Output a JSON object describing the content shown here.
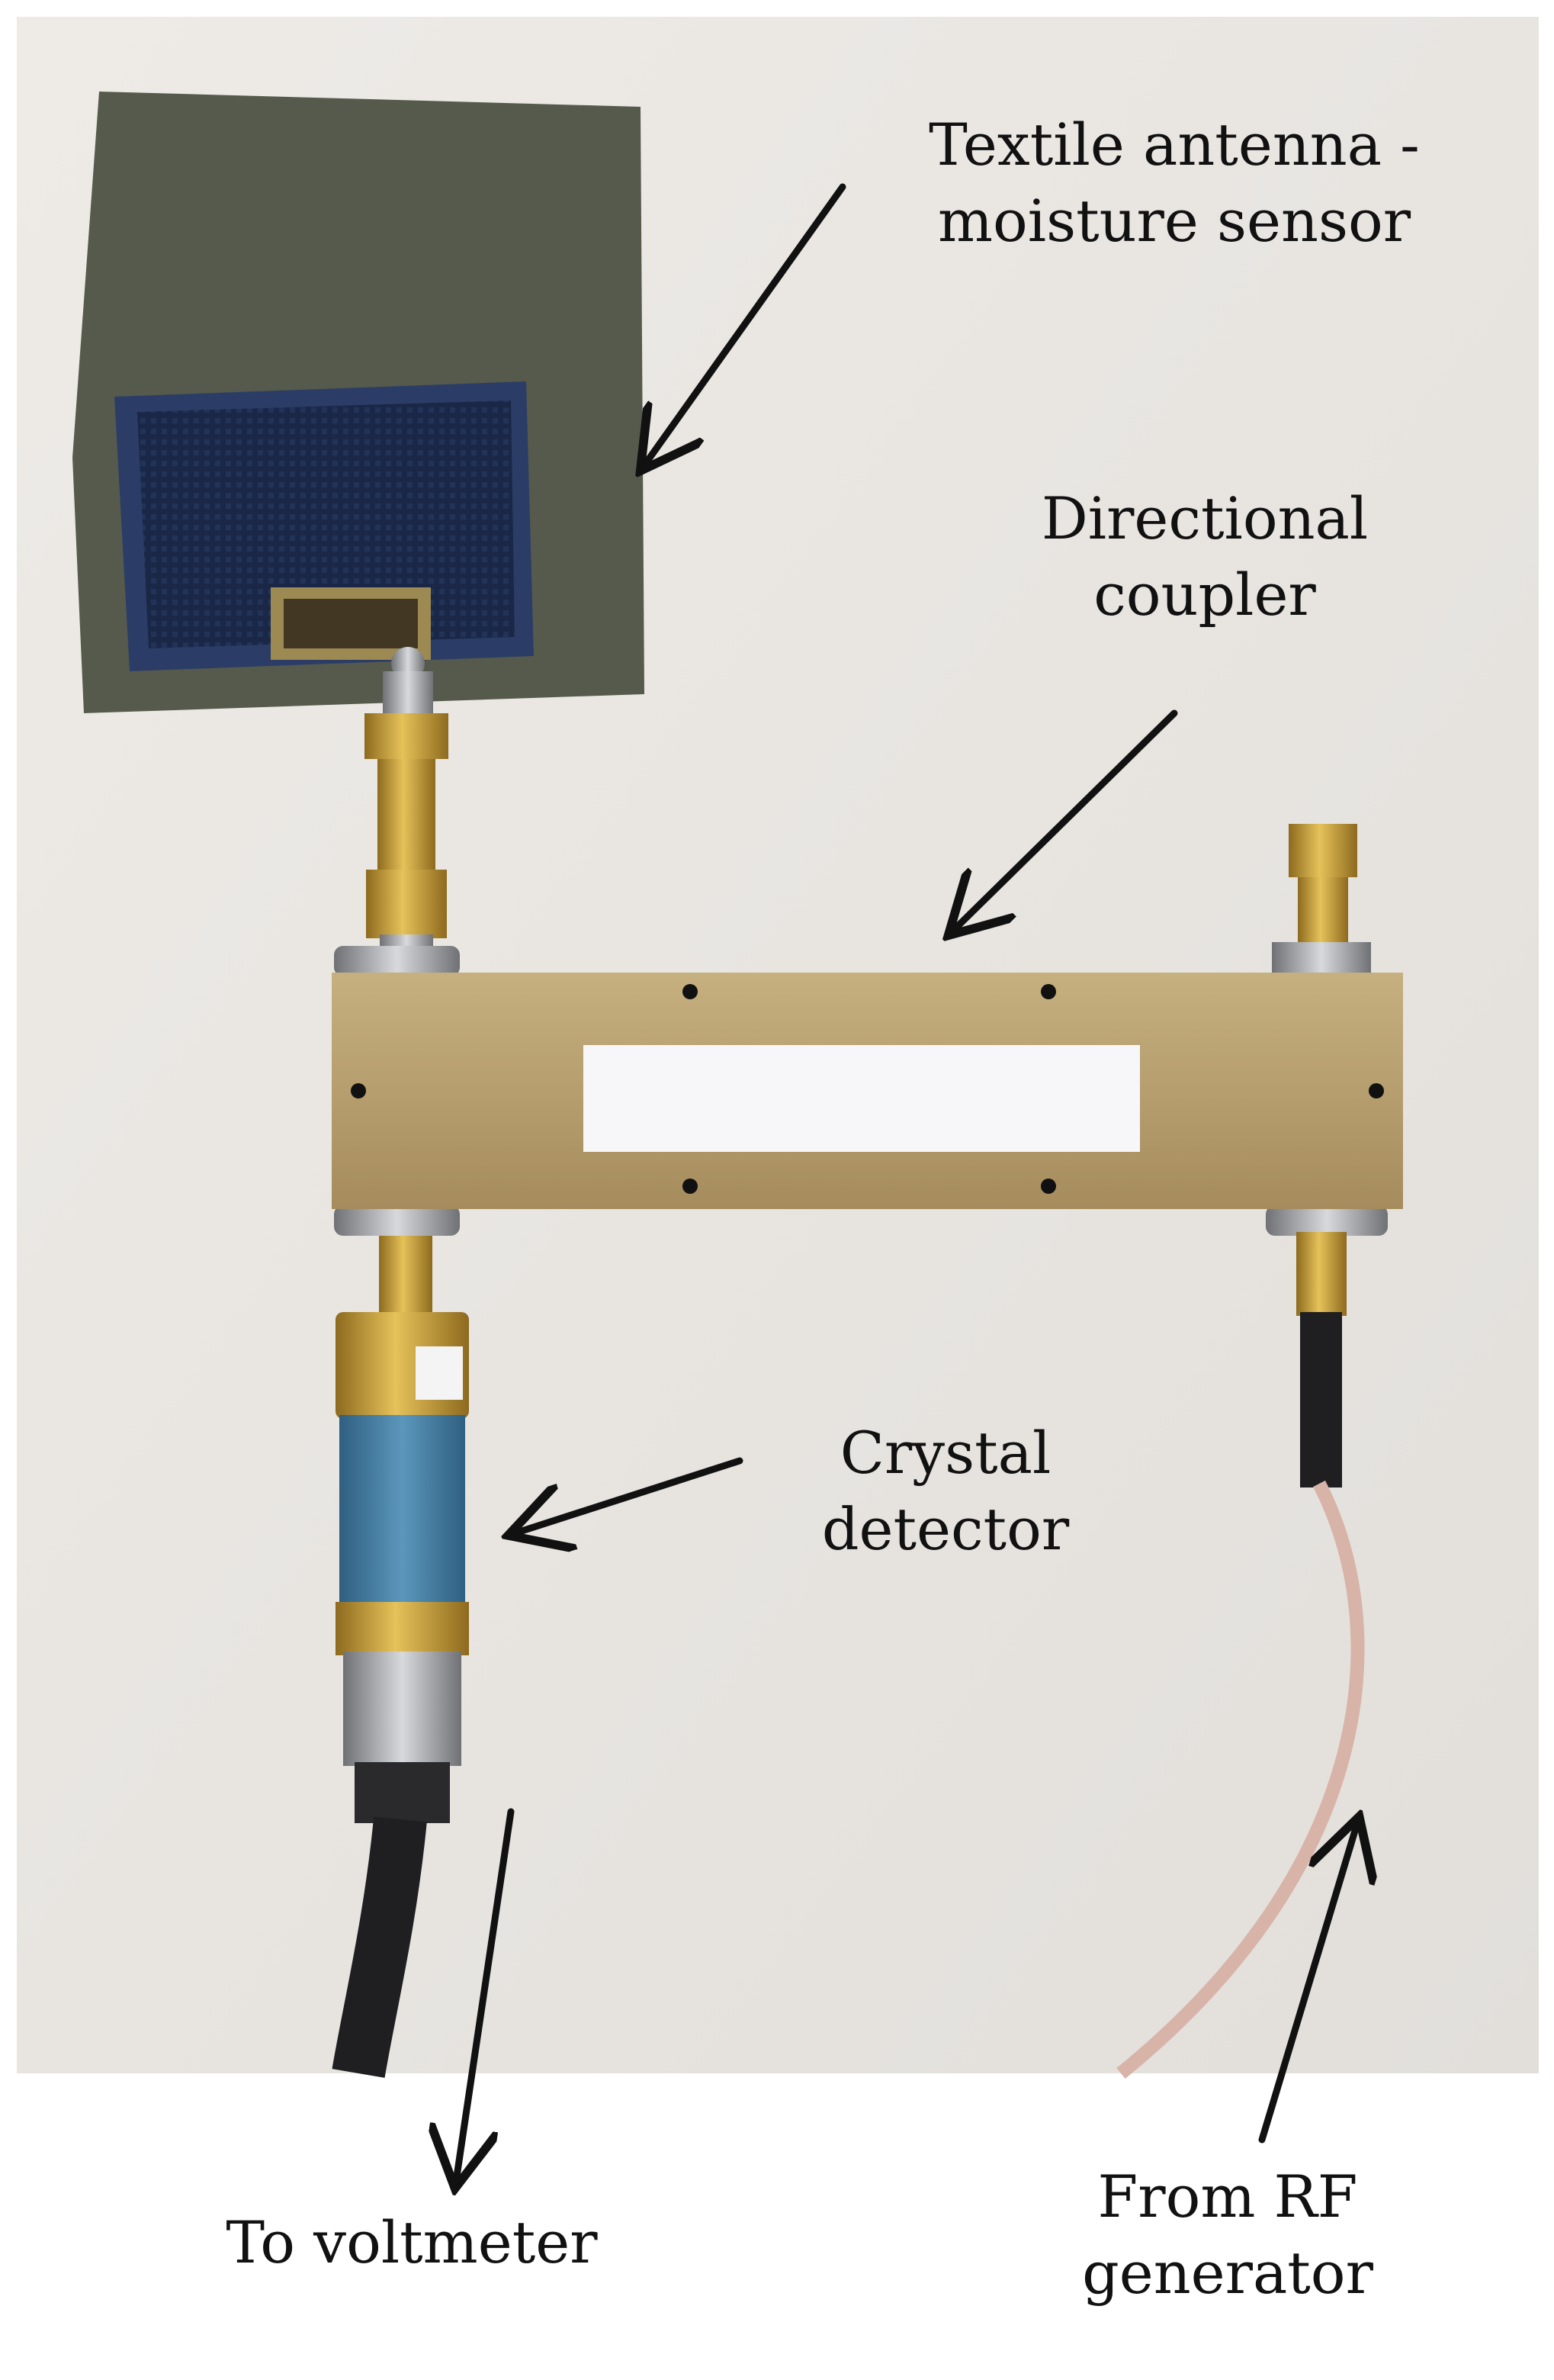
{
  "labels": {
    "textile_antenna": [
      "Textile antenna -",
      "moisture sensor"
    ],
    "directional_coupler": [
      "Directional",
      "coupler"
    ],
    "crystal_detector": [
      "Crystal",
      "detector"
    ],
    "voltmeter": [
      "To voltmeter"
    ],
    "rf_generator": [
      "From RF",
      "generator"
    ]
  },
  "colors": {
    "background": "#ffffff",
    "photo_wall": "#e9e6e2",
    "felt": "#565a4c",
    "denim": "#1c2a48",
    "coupler_body": "#b8a06e",
    "brass": "#c9a23a",
    "detector_blue": "#4f86a8",
    "cable_black": "#1f1f22",
    "cable_pink": "#d8b3a8",
    "arrow": "#111111"
  }
}
